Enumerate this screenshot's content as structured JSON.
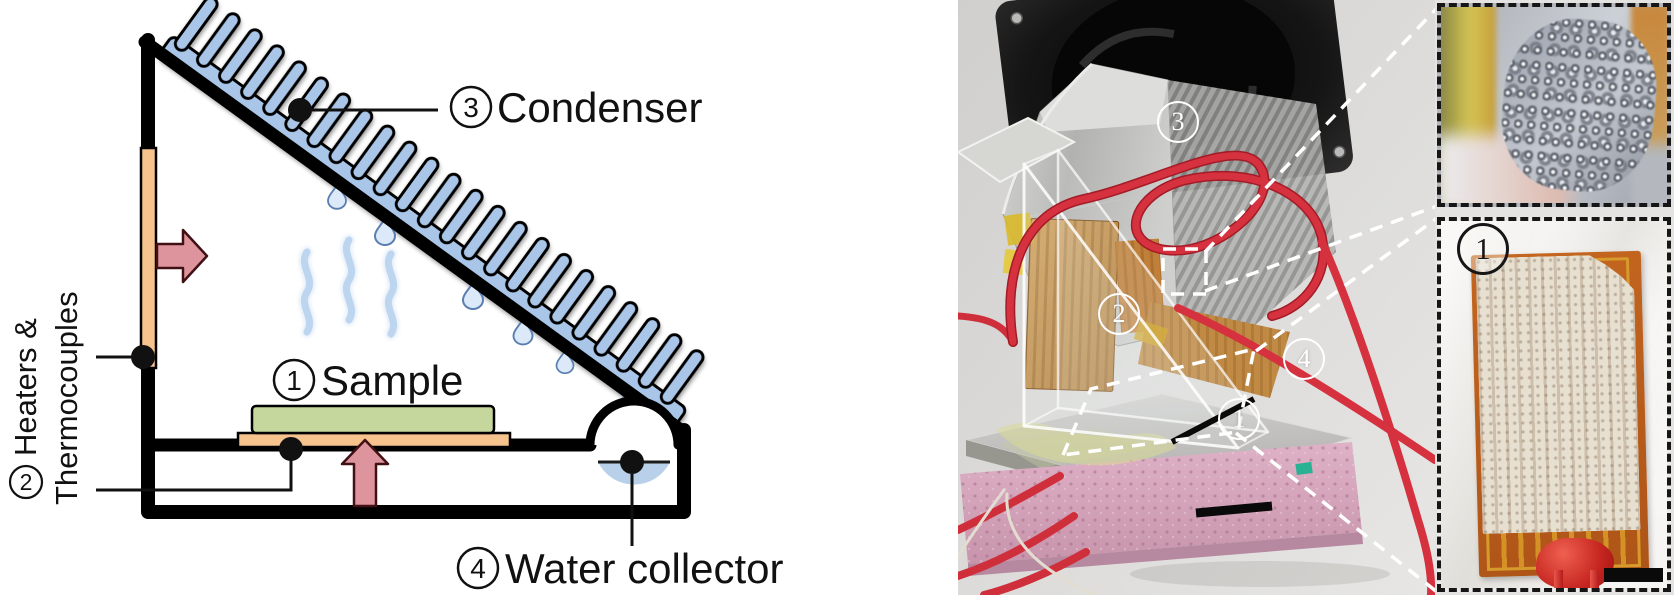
{
  "figure": {
    "background": "#ffffff"
  },
  "schematic": {
    "labels": {
      "sample": {
        "num": "1",
        "text": "Sample"
      },
      "heaters": {
        "num": "2",
        "line1": "Heaters &",
        "line2": "Thermocouples"
      },
      "condenser": {
        "num": "3",
        "text": "Condenser"
      },
      "water_collector": {
        "num": "4",
        "text": "Water collector"
      }
    },
    "colors": {
      "condenser_blue": "#a9c6e8",
      "heater_orange": "#f6c28d",
      "sample_green": "#c6d79e",
      "arrow_pink": "#de949c",
      "water_blue": "#b9d0ea",
      "droplet_blue": "#dce9f8",
      "vapor_blue": "#bdd5ef",
      "outline_black": "#000000"
    }
  },
  "photo": {
    "labels": {
      "sample": "1",
      "heaters": "2",
      "condenser": "3",
      "collector": "4"
    },
    "colors": {
      "background_gray": "#d6d5d3",
      "fan_black": "#141414",
      "heatsink_silver": "#c2c2c0",
      "kapton_tan": "#c59050",
      "foam_pink": "#d3a2b9",
      "wire_red": "#d5313e",
      "callout_white": "#ffffff"
    }
  },
  "insets": {
    "sample_label": "1"
  }
}
